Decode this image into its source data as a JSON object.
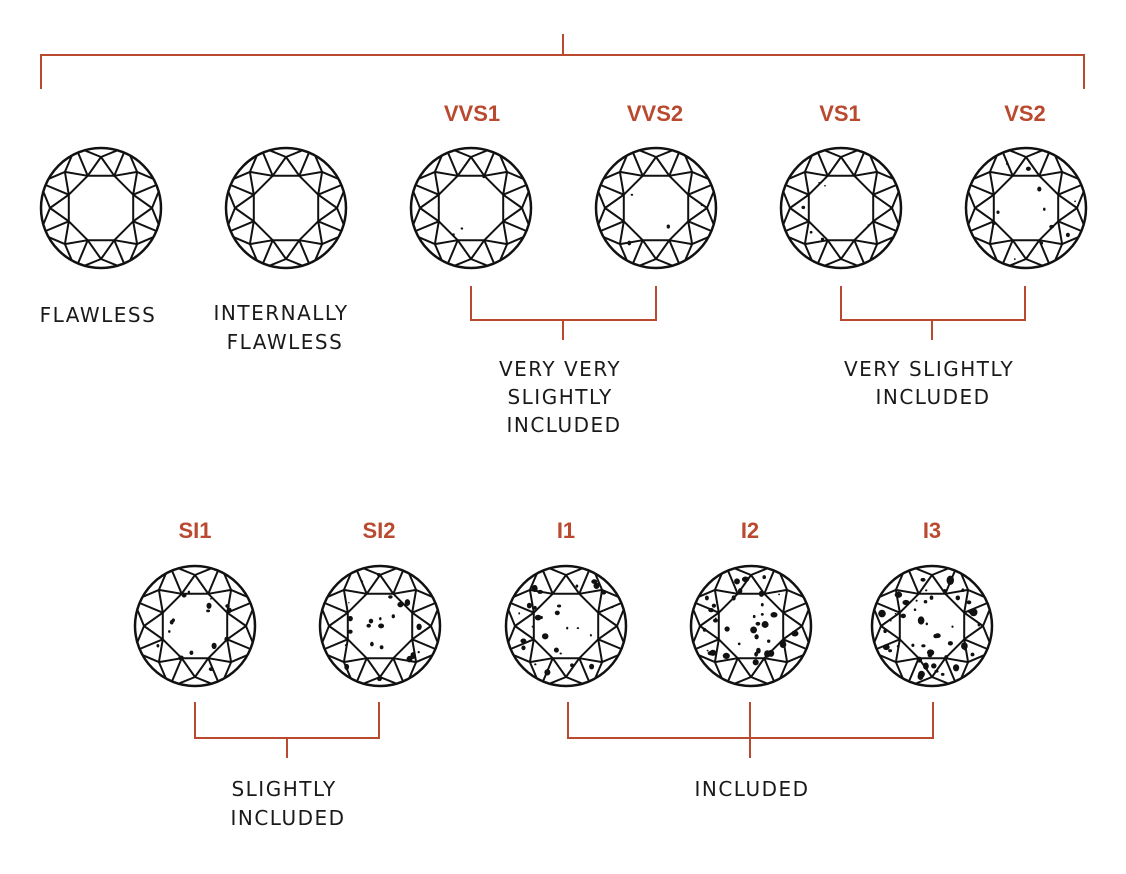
{
  "colors": {
    "accent": "#b9492f",
    "ink": "#111111",
    "background": "#ffffff"
  },
  "diamonds": [
    {
      "id": "fl",
      "grade": "",
      "inclusion_level": 0
    },
    {
      "id": "if",
      "grade": "",
      "inclusion_level": 0
    },
    {
      "id": "vvs1",
      "grade": "VVS1",
      "inclusion_level": 1
    },
    {
      "id": "vvs2",
      "grade": "VVS2",
      "inclusion_level": 2
    },
    {
      "id": "vs1",
      "grade": "VS1",
      "inclusion_level": 3
    },
    {
      "id": "vs2",
      "grade": "VS2",
      "inclusion_level": 4
    },
    {
      "id": "si1",
      "grade": "SI1",
      "inclusion_level": 5
    },
    {
      "id": "si2",
      "grade": "SI2",
      "inclusion_level": 6
    },
    {
      "id": "i1",
      "grade": "I1",
      "inclusion_level": 7
    },
    {
      "id": "i2",
      "grade": "I2",
      "inclusion_level": 8
    },
    {
      "id": "i3",
      "grade": "I3",
      "inclusion_level": 9
    }
  ],
  "categories": {
    "flawless": [
      "FLAWLESS"
    ],
    "internally_flawless": [
      "INTERNALLY",
      "FLAWLESS"
    ],
    "vvs": [
      "VERY VERY",
      "SLIGHTLY",
      "INCLUDED"
    ],
    "vs": [
      "VERY SLIGHTLY",
      "INCLUDED"
    ],
    "si": [
      "SLIGHTLY",
      "INCLUDED"
    ],
    "i": [
      "INCLUDED"
    ]
  }
}
